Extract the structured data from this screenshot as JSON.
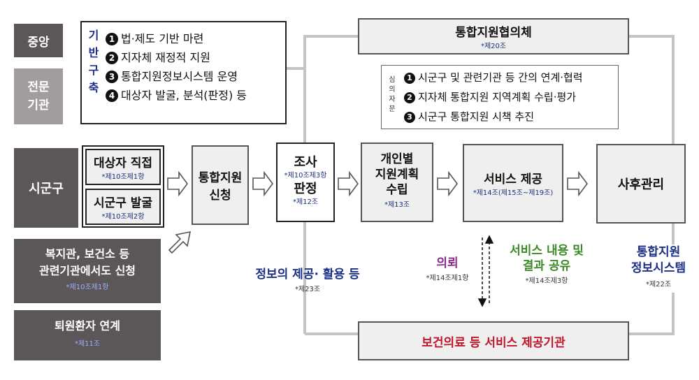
{
  "left": {
    "central": "중앙",
    "expert_line1": "전문",
    "expert_line2": "기관",
    "local": "시군구"
  },
  "infra": {
    "vertical": [
      "기",
      "반",
      "구",
      "축"
    ],
    "items": [
      {
        "num": "1",
        "text": "법·제도 기반 마련"
      },
      {
        "num": "2",
        "text": "지자체 재정적 지원"
      },
      {
        "num": "3",
        "text": "통합지원정보시스템 운영"
      },
      {
        "num": "4",
        "text": "대상자 발굴, 분석(판정) 등"
      }
    ]
  },
  "council": {
    "title": "통합지원협의체",
    "ref": "*제20조",
    "vertical": [
      "심",
      "의",
      "자",
      "문"
    ],
    "items": [
      {
        "num": "1",
        "text": "시군구 및 관련기관 등 간의 연계·협력"
      },
      {
        "num": "2",
        "text": "지자체 통합지원 지역계획 수립·평가"
      },
      {
        "num": "3",
        "text": "시군구 통합지원 시책 추진"
      }
    ]
  },
  "target": {
    "direct": "대상자 직접",
    "direct_ref": "*제10조제1항",
    "local_find": "시군구 발굴",
    "local_find_ref": "*제10조제2항"
  },
  "apply": {
    "line1": "통합지원",
    "line2": "신청"
  },
  "survey": {
    "top": "조사",
    "top_ref": "*제10조제3항",
    "bottom": "판정",
    "bottom_ref": "*제12조"
  },
  "plan": {
    "line1": "개인별",
    "line2": "지원계획",
    "line3": "수립",
    "ref": "*제13조"
  },
  "service": {
    "title": "서비스 제공",
    "ref": "*제14조(제15조~제19조)"
  },
  "after": {
    "title": "사후관리"
  },
  "welfare": {
    "line1": "복지관, 보건소 등",
    "line2": "관련기관에서도 신청",
    "ref": "*제10조제1항"
  },
  "discharge": {
    "title": "퇴원환자 연계",
    "ref": "*제11조"
  },
  "info_provide": {
    "title": "정보의 제공· 활용 등",
    "ref": "*제23조"
  },
  "request": {
    "title": "의뢰",
    "ref": "*제14조제1항"
  },
  "share": {
    "line1": "서비스 내용 및",
    "line2": "결과 공유",
    "ref": "*제14조제3항"
  },
  "system": {
    "line1": "통합지원",
    "line2": "정보시스템",
    "ref": "*제22조"
  },
  "provider": {
    "title": "보건의료 등 서비스 제공기관"
  },
  "colors": {
    "dark_label": "#5b5658",
    "light_label": "#a19c9e",
    "navy": "#1c2f86",
    "purple": "#8a2a8a",
    "green": "#3a8a25",
    "red": "#c0152a",
    "connector": "#c4c4c4"
  }
}
